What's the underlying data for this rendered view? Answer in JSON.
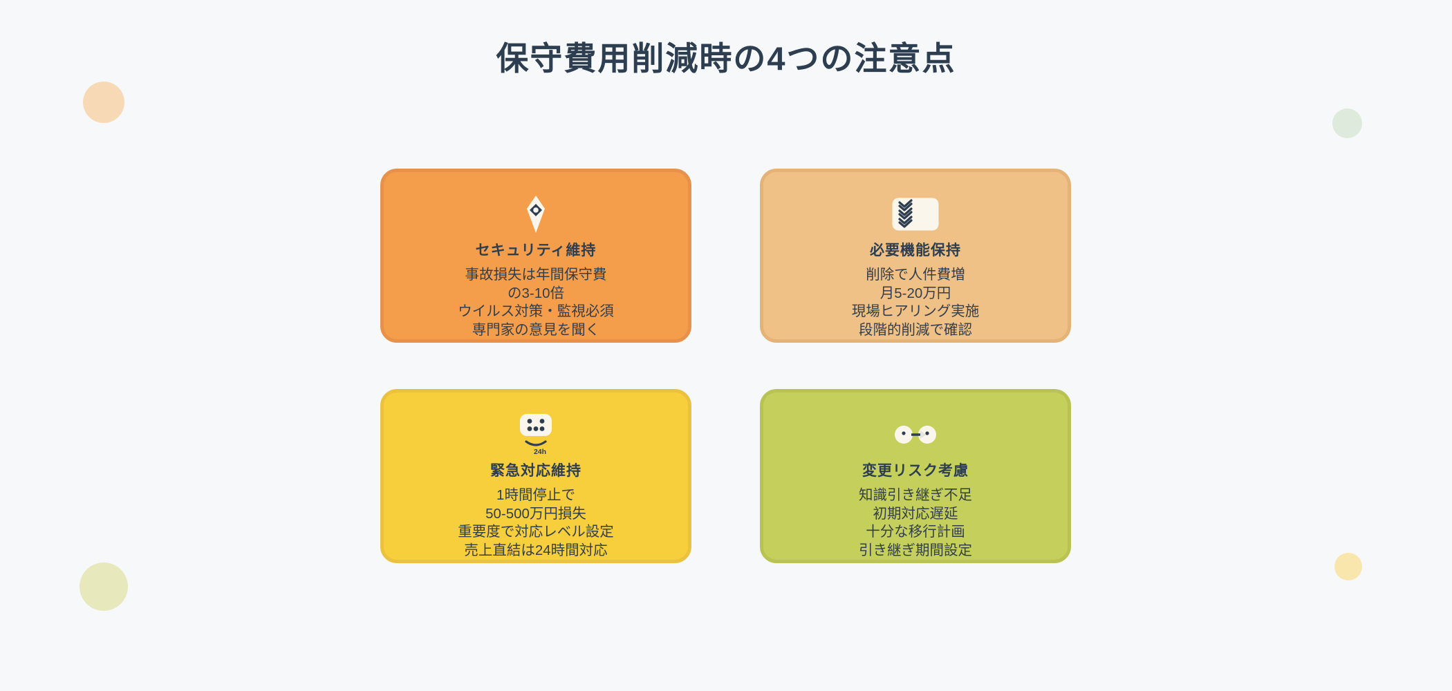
{
  "page": {
    "title": "保守費用削減時の4つの注意点",
    "colors": {
      "background": "#F7F8FA",
      "title_text": "#2D3E50",
      "body_text": "#333E4B",
      "icon_cream": "#FBF6EC",
      "icon_navy": "#2D3E50"
    }
  },
  "cards": [
    {
      "id": "security",
      "title": "セキュリティ維持",
      "lines": [
        "事故損失は年間保守費",
        "の3-10倍",
        "ウイルス対策・監視必須",
        "専門家の意見を聞く"
      ],
      "fill": "#F49E4C",
      "border": "#E8914B",
      "icon": "security-pin-icon"
    },
    {
      "id": "functions",
      "title": "必要機能保持",
      "lines": [
        "削除で人件費増",
        "月5-20万円",
        "現場ヒアリング実施",
        "段階的削減で確認"
      ],
      "fill": "#F0C186",
      "border": "#E5B377",
      "icon": "checklist-icon"
    },
    {
      "id": "emergency",
      "title": "緊急対応維持",
      "lines": [
        "1時間停止で",
        "50-500万円損失",
        "重要度で対応レベル設定",
        "売上直結は24時間対応"
      ],
      "fill": "#F7CE3C",
      "border": "#EAC23E",
      "icon": "support-24h-icon",
      "icon_label": "24h"
    },
    {
      "id": "change-risk",
      "title": "変更リスク考慮",
      "lines": [
        "知識引き継ぎ不足",
        "初期対応遅延",
        "十分な移行計画",
        "引き継ぎ期間設定"
      ],
      "fill": "#C5D05C",
      "border": "#B8C353",
      "icon": "transition-arrow-icon"
    }
  ],
  "decorations": [
    {
      "position": "top-left",
      "color": "#F8D9B6"
    },
    {
      "position": "top-right",
      "color": "#DEEADC"
    },
    {
      "position": "bottom-left",
      "color": "#E7E9BC"
    },
    {
      "position": "bottom-right",
      "color": "#F9E6AC"
    }
  ]
}
